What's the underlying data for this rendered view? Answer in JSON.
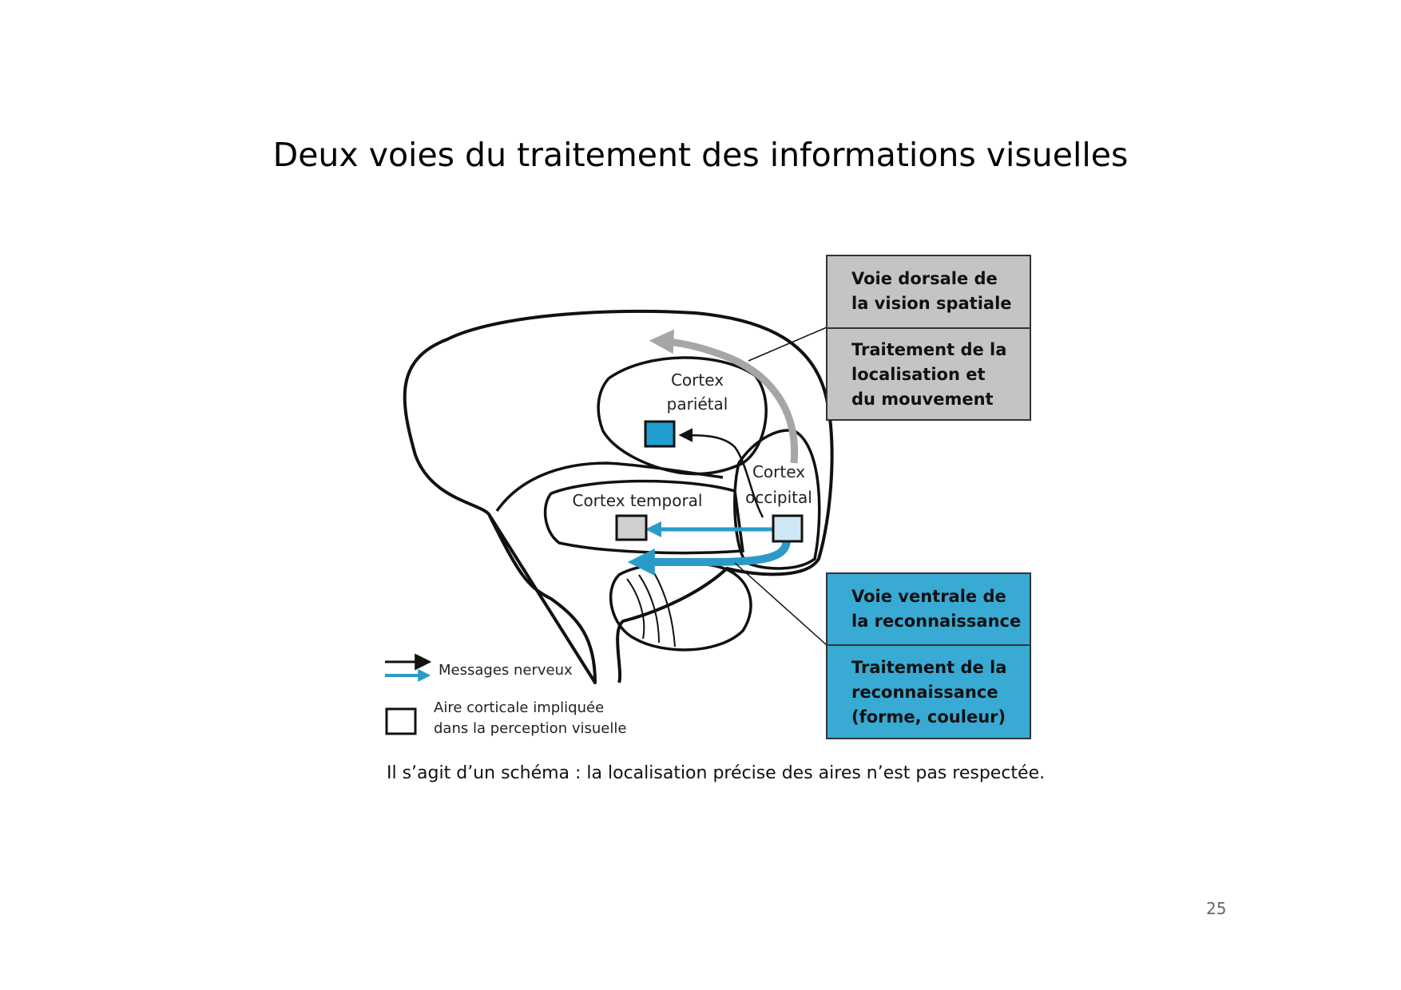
{
  "title": "Deux voies du traitement des informations visuelles",
  "colors": {
    "dorsal_box": "#c4c4c4",
    "ventral_box": "#38aad4",
    "blue_arrow": "#2a9bc8",
    "gray_arrow": "#a6a6a6",
    "parietal_square": "#1f9fd0",
    "temporal_square": "#cfcfcf",
    "occipital_square": "#cfe6f5"
  },
  "brain": {
    "parietal": {
      "line1": "Cortex",
      "line2": "pariétal"
    },
    "occipital": {
      "line1": "Cortex",
      "line2": "occipital"
    },
    "temporal": "Cortex temporal"
  },
  "dorsal": {
    "header": [
      "Voie dorsale de",
      "la vision spatiale"
    ],
    "body": [
      "Traitement de la",
      "localisation et",
      "du mouvement"
    ]
  },
  "ventral": {
    "header": [
      "Voie ventrale de",
      "la reconnaissance"
    ],
    "body": [
      "Traitement de la",
      "reconnaissance",
      "(forme, couleur)"
    ]
  },
  "legend": {
    "arrows_label": "Messages nerveux",
    "area_line1": "Aire corticale impliquée",
    "area_line2": "dans la perception visuelle"
  },
  "caption": "Il s’agit d’un schéma : la localisation précise des aires n’est pas respectée.",
  "page_number": "25"
}
